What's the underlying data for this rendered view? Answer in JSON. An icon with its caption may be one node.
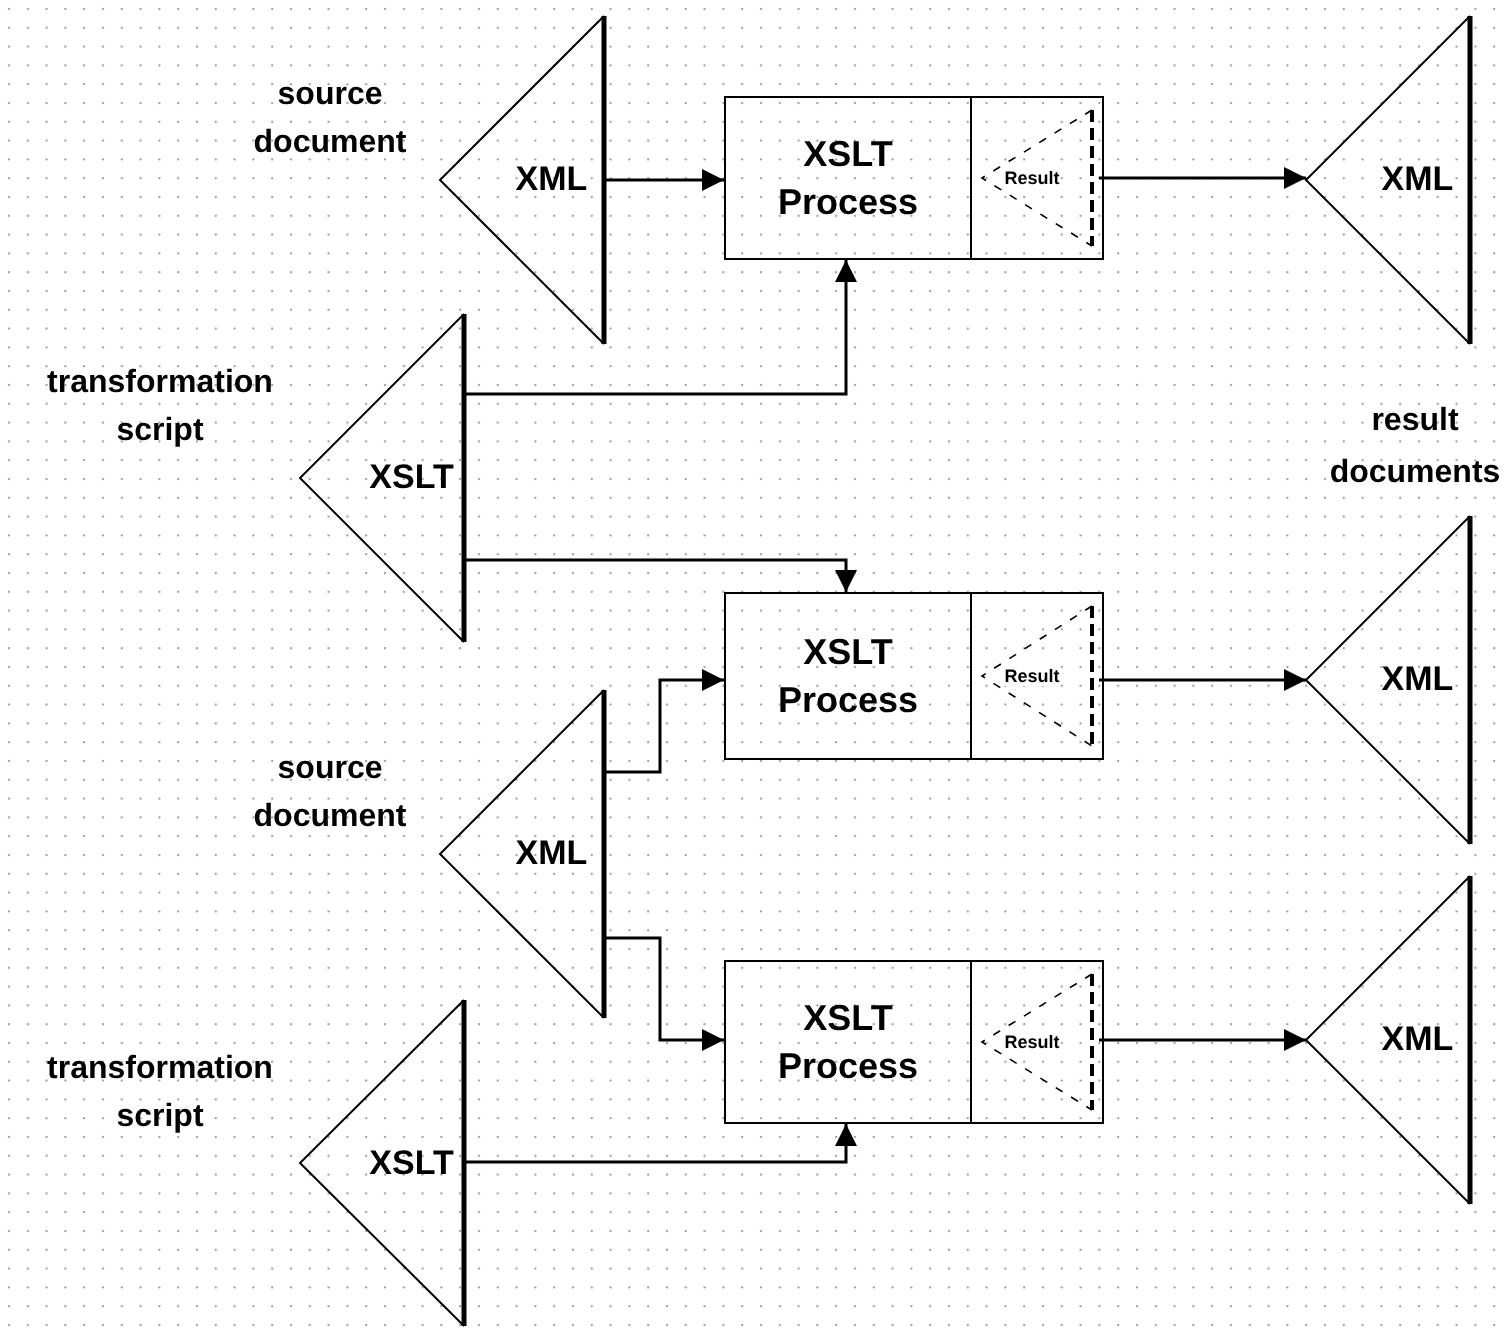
{
  "diagram": {
    "nodes": [
      {
        "text": [
          "XML"
        ],
        "beside": [
          "source document"
        ]
      },
      {
        "text": [
          "XSLT Process"
        ]
      },
      {
        "text": [
          "Result"
        ],
        "in": 1
      },
      {
        "text": [
          "XML"
        ]
      },
      {
        "text": [
          "XSLT"
        ],
        "beside": [
          "transformation script"
        ]
      },
      {
        "text": [
          "XSLT Process"
        ]
      },
      {
        "text": [
          "Result"
        ],
        "in": 5
      },
      {
        "text": [
          "XML"
        ]
      },
      {
        "text": [
          "XML"
        ],
        "beside": [
          "source document"
        ]
      },
      {
        "text": [
          "XSLT Process"
        ]
      },
      {
        "text": [
          "Result"
        ],
        "in": 9
      },
      {
        "text": [
          "XSLT"
        ],
        "beside": [
          "transformation script"
        ]
      },
      {
        "text": [
          "XML"
        ]
      }
    ],
    "edges": [
      {
        "from": 0,
        "to": 1,
        "arrow": "to"
      },
      {
        "from": 2,
        "to": 3,
        "arrow": "to"
      },
      {
        "from": 4,
        "to": 1,
        "arrow": "to"
      },
      {
        "from": 4,
        "to": 5,
        "arrow": "to"
      },
      {
        "from": 6,
        "to": 7,
        "arrow": "to"
      },
      {
        "from": 8,
        "to": 5,
        "arrow": "to"
      },
      {
        "from": 8,
        "to": 9,
        "arrow": "to"
      },
      {
        "from": 10,
        "to": 12,
        "arrow": "to"
      },
      {
        "from": 11,
        "to": 9,
        "arrow": "to"
      }
    ],
    "labels": [
      "result documents"
    ]
  }
}
